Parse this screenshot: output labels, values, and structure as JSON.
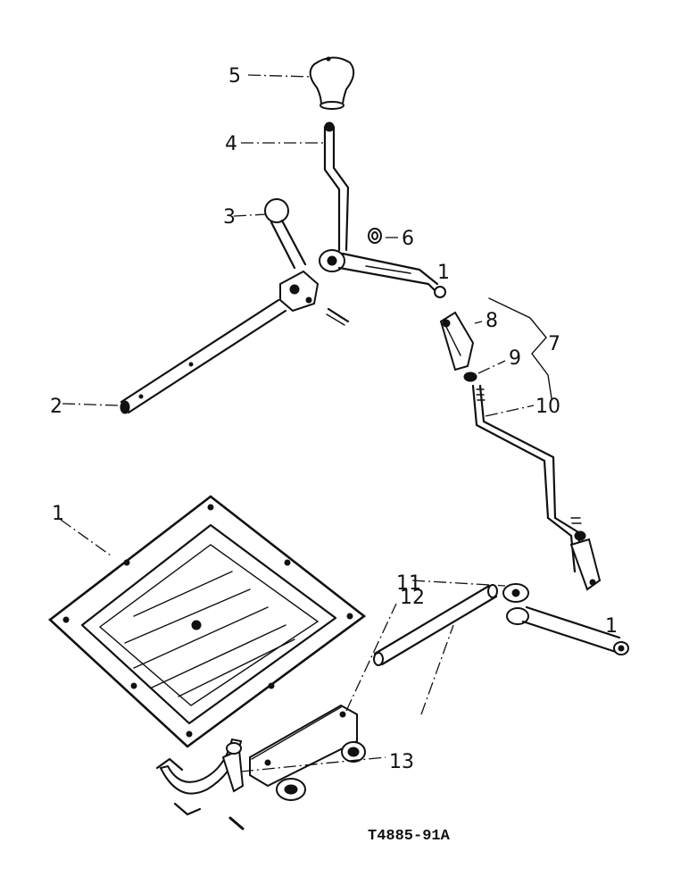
{
  "drawing": {
    "reference": "T4885-91A",
    "callouts": [
      {
        "id": "1",
        "text": "1"
      },
      {
        "id": "2",
        "text": "2"
      },
      {
        "id": "3",
        "text": "3"
      },
      {
        "id": "4",
        "text": "4"
      },
      {
        "id": "5",
        "text": "5"
      },
      {
        "id": "6",
        "text": "6"
      },
      {
        "id": "7",
        "text": "7"
      },
      {
        "id": "8",
        "text": "8"
      },
      {
        "id": "9",
        "text": "9"
      },
      {
        "id": "10",
        "text": "10"
      },
      {
        "id": "11",
        "text": "11"
      },
      {
        "id": "12",
        "text": "12"
      },
      {
        "id": "13",
        "text": "13"
      }
    ]
  }
}
